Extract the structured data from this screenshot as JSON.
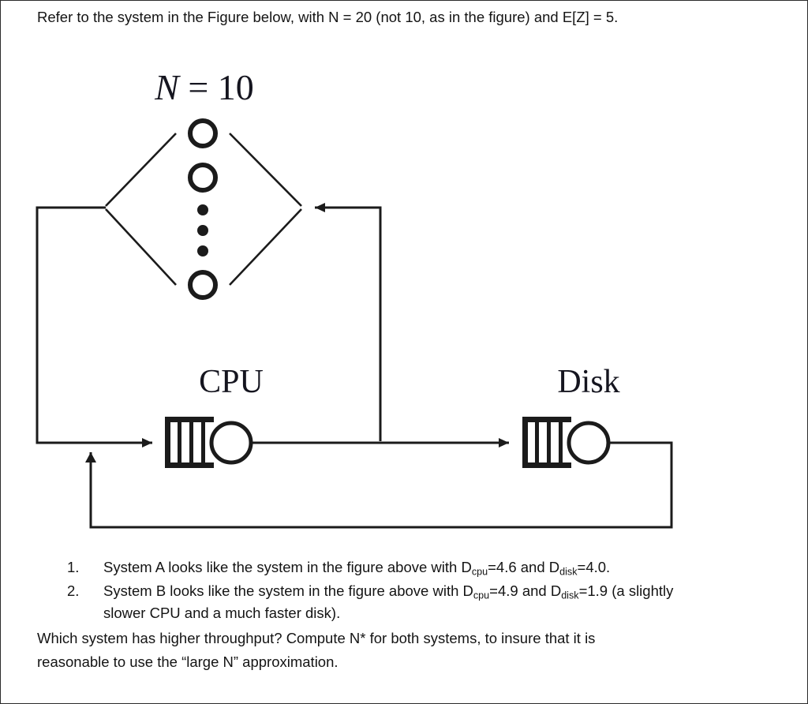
{
  "prompt": "Refer to the system in the Figure below, with N = 20 (not 10, as in the figure) and E[Z] = 5.",
  "figure": {
    "terminals_label": "N = 10",
    "cpu_label": "CPU",
    "disk_label": "Disk",
    "terminal_count_shown": 3,
    "ellipsis_dots": 3,
    "queue_slots": 4,
    "line_color": "#1b1b1b"
  },
  "items": [
    {
      "num": "1.",
      "pre": "System A looks like the system in the figure above with D",
      "sub1": "cpu",
      "mid": "=4.6 and D",
      "sub2": "disk",
      "post": "=4.0.",
      "line2": ""
    },
    {
      "num": "2.",
      "pre": "System B looks like the system in the figure above with D",
      "sub1": "cpu",
      "mid": "=4.9 and D",
      "sub2": "disk",
      "post": "=1.9 (a slightly",
      "line2": "slower CPU and a much faster disk)."
    }
  ],
  "closing": {
    "line1": "Which system has higher throughput? Compute N* for both systems, to insure that it is",
    "line2": "reasonable to use the “large N” approximation."
  }
}
